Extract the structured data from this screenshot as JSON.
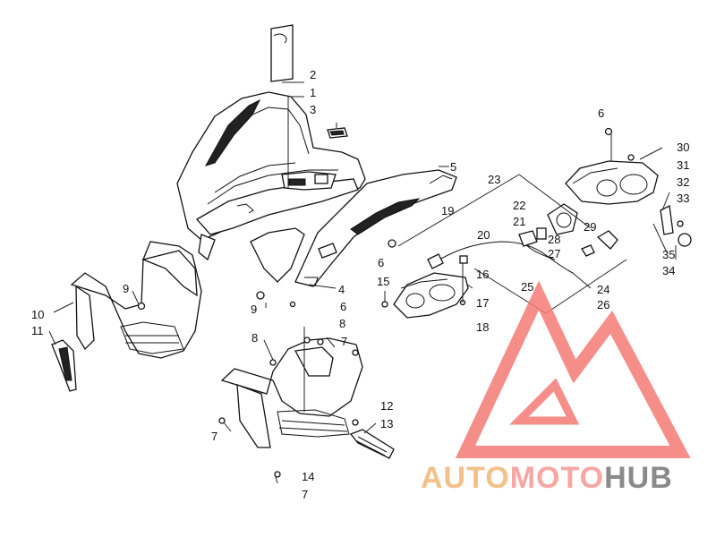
{
  "callouts": [
    {
      "id": "c1",
      "label": "1"
    },
    {
      "id": "c2",
      "label": "2"
    },
    {
      "id": "c3",
      "label": "3"
    },
    {
      "id": "c4",
      "label": "4"
    },
    {
      "id": "c5",
      "label": "5"
    },
    {
      "id": "c6a",
      "label": "6"
    },
    {
      "id": "c6b",
      "label": "6"
    },
    {
      "id": "c6c",
      "label": "6"
    },
    {
      "id": "c7a",
      "label": "7"
    },
    {
      "id": "c7b",
      "label": "7"
    },
    {
      "id": "c7c",
      "label": "7"
    },
    {
      "id": "c8a",
      "label": "8"
    },
    {
      "id": "c8b",
      "label": "8"
    },
    {
      "id": "c9a",
      "label": "9"
    },
    {
      "id": "c9b",
      "label": "9"
    },
    {
      "id": "c10",
      "label": "10"
    },
    {
      "id": "c11",
      "label": "11"
    },
    {
      "id": "c12",
      "label": "12"
    },
    {
      "id": "c13",
      "label": "13"
    },
    {
      "id": "c14",
      "label": "14"
    },
    {
      "id": "c15",
      "label": "15"
    },
    {
      "id": "c16",
      "label": "16"
    },
    {
      "id": "c17",
      "label": "17"
    },
    {
      "id": "c18",
      "label": "18"
    },
    {
      "id": "c19",
      "label": "19"
    },
    {
      "id": "c20",
      "label": "20"
    },
    {
      "id": "c21",
      "label": "21"
    },
    {
      "id": "c22",
      "label": "22"
    },
    {
      "id": "c23",
      "label": "23"
    },
    {
      "id": "c24",
      "label": "24"
    },
    {
      "id": "c25",
      "label": "25"
    },
    {
      "id": "c26",
      "label": "26"
    },
    {
      "id": "c27",
      "label": "27"
    },
    {
      "id": "c28",
      "label": "28"
    },
    {
      "id": "c29",
      "label": "29"
    },
    {
      "id": "c30",
      "label": "30"
    },
    {
      "id": "c31",
      "label": "31"
    },
    {
      "id": "c32",
      "label": "32"
    },
    {
      "id": "c33",
      "label": "33"
    },
    {
      "id": "c34",
      "label": "34"
    },
    {
      "id": "c35",
      "label": "35"
    }
  ],
  "watermark": {
    "part1": "AUTO",
    "part2": "MOTO",
    "part3": "HUB",
    "colors": {
      "auto": "#f4c08a",
      "moto": "#f7a7a2",
      "hub": "#8a8a8a",
      "logo": "#f47a74"
    }
  }
}
